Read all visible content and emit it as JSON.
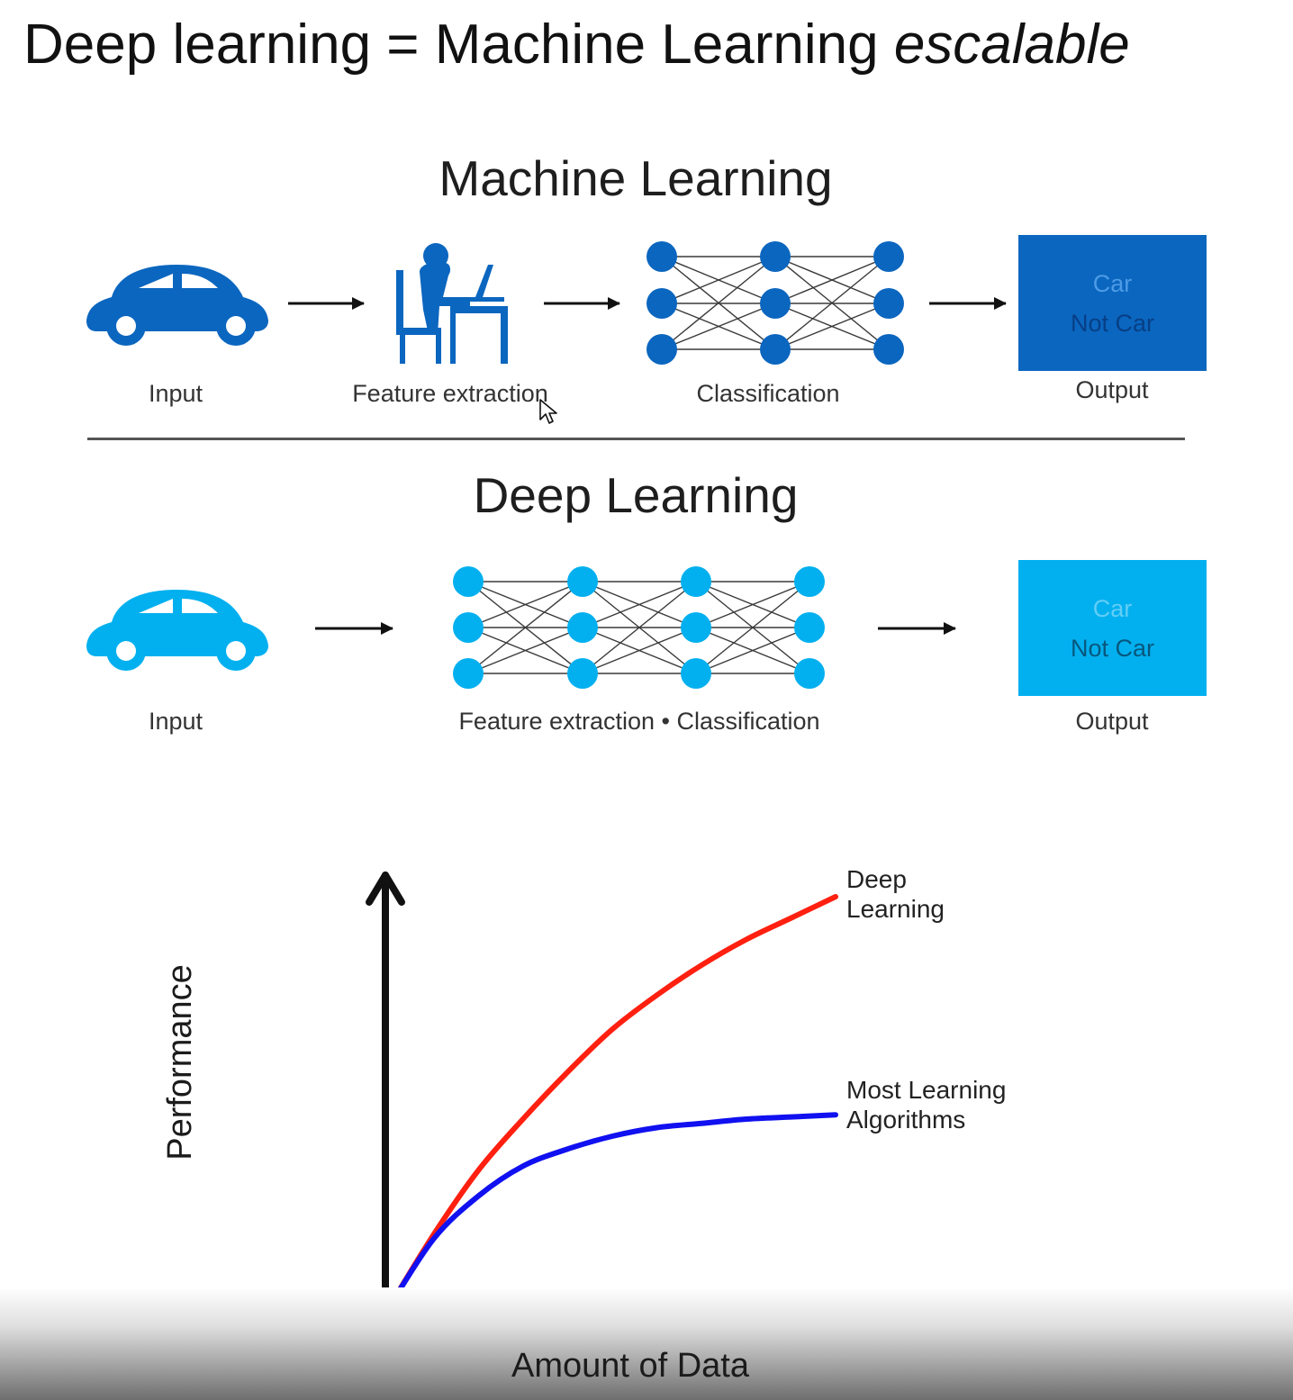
{
  "title": {
    "prefix": "Deep learning = Machine Learning ",
    "emphasis": "escalable"
  },
  "ml_section": {
    "title": "Machine Learning",
    "steps": [
      "Input",
      "Feature extraction",
      "Classification",
      "Output"
    ],
    "output_options": [
      "Car",
      "Not Car"
    ],
    "colors": {
      "primary": "#0b66bf"
    }
  },
  "dl_section": {
    "title": "Deep Learning",
    "steps": [
      "Input",
      "Feature extraction • Classification",
      "Output"
    ],
    "output_options": [
      "Car",
      "Not Car"
    ],
    "colors": {
      "primary": "#03b0ef"
    }
  },
  "chart_data": {
    "type": "line",
    "xlabel": "Amount of Data",
    "ylabel": "Performance",
    "grid": false,
    "legend": "inline labels at line ends",
    "series": [
      {
        "name": "Deep\nLearning",
        "color": "#ff2010",
        "x": [
          0,
          0.1,
          0.2,
          0.3,
          0.4,
          0.5,
          0.6,
          0.7,
          0.8,
          0.9,
          1.0
        ],
        "y": [
          0,
          0.17,
          0.32,
          0.44,
          0.55,
          0.65,
          0.73,
          0.8,
          0.86,
          0.91,
          0.96
        ]
      },
      {
        "name": "Most Learning\nAlgorithms",
        "color": "#1010f0",
        "x": [
          0,
          0.1,
          0.2,
          0.3,
          0.4,
          0.5,
          0.6,
          0.7,
          0.8,
          0.9,
          1.0
        ],
        "y": [
          0,
          0.16,
          0.26,
          0.33,
          0.37,
          0.4,
          0.42,
          0.43,
          0.44,
          0.445,
          0.45
        ]
      }
    ]
  }
}
